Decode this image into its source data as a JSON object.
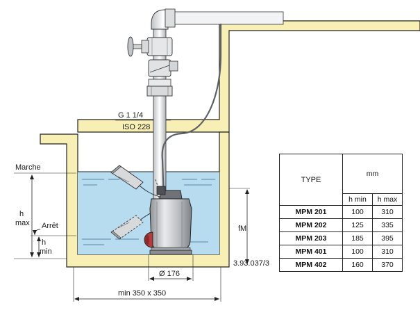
{
  "labels": {
    "thread": "G 1 1/4",
    "iso": "ISO 228",
    "marche": "Marche",
    "arret": "Arrêt",
    "h_max_top": "h",
    "h_max_bottom": "max",
    "h_min_top": "h",
    "h_min_bottom": "min",
    "fm": "fM",
    "diameter": "Ø 176",
    "pit_min": "min 350 x 350",
    "ref_code": "3.93.037/3"
  },
  "table": {
    "type_header": "TYPE",
    "mm_header": "mm",
    "hmin_header": "h min",
    "hmax_header": "h max",
    "rows": [
      {
        "model": "MPM 201",
        "hmin": "100",
        "hmax": "310"
      },
      {
        "model": "MPM 202",
        "hmin": "125",
        "hmax": "335"
      },
      {
        "model": "MPM 203",
        "hmin": "185",
        "hmax": "395"
      },
      {
        "model": "MPM 401",
        "hmin": "100",
        "hmax": "310"
      },
      {
        "model": "MPM 402",
        "hmin": "160",
        "hmax": "370"
      }
    ]
  },
  "colors": {
    "wall": "#f7efb3",
    "water": "#b7dcf0",
    "pump_body": "#b9bcc0",
    "pump_red": "#b83a3a"
  }
}
